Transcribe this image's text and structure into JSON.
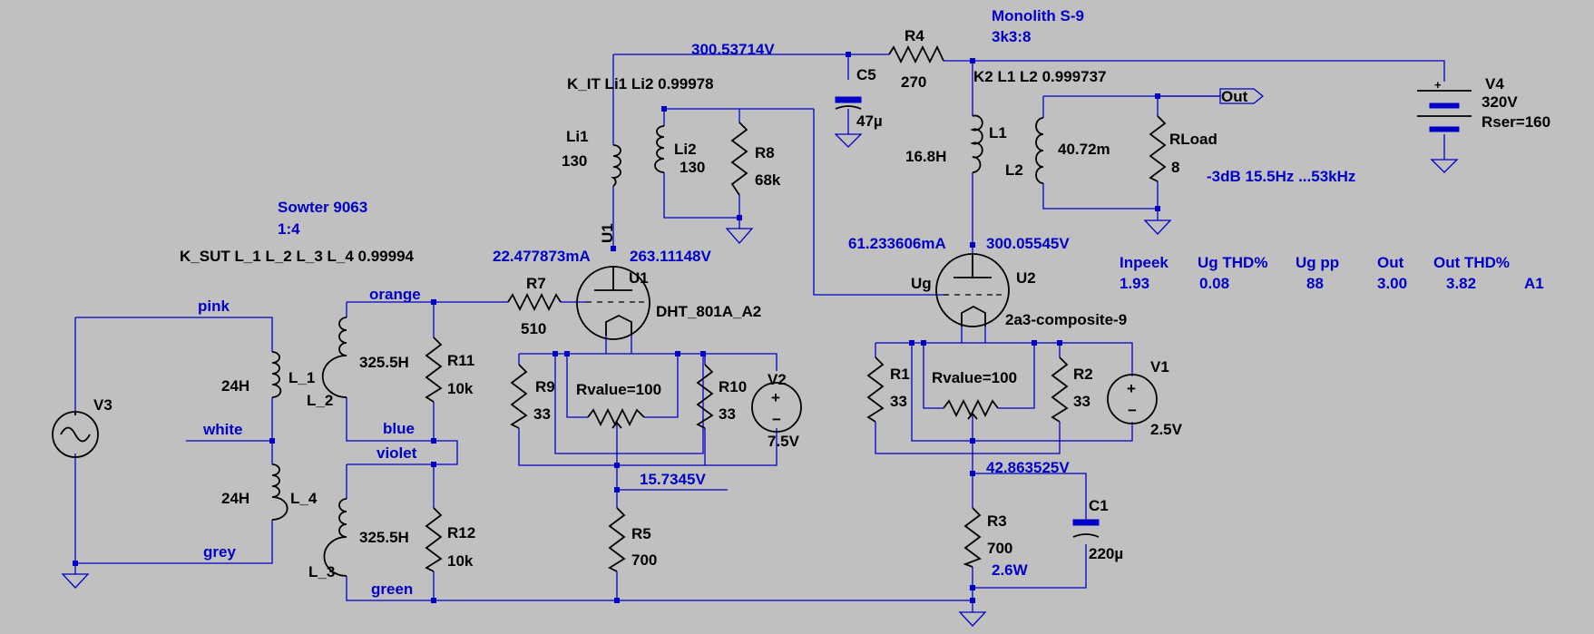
{
  "colors": {
    "background": "#c0c0c0",
    "wire": "#0000c8",
    "component": "#000000",
    "net_label": "#0000c8"
  },
  "labels": {
    "monolith_name": "Monolith S-9",
    "monolith_ratio": "3k3:8",
    "node_b_plus": "300.53714V",
    "r4_ref": "R4",
    "r4_val": "270",
    "k_it": "K_IT Li1 Li2  0.99978",
    "k2": "K2 L1 L2  0.999737",
    "c5_ref": "C5",
    "c5_val": "47µ",
    "v4_ref": "V4",
    "v4_val": "320V",
    "v4_rser": "Rser=160",
    "out_flag": "Out",
    "rload_ref": "RLoad",
    "rload_val": "8",
    "l2_ref": "L2",
    "l2_val": "40.72m",
    "bw": "-3dB  15.5Hz ...53kHz",
    "li1_ref": "Li1",
    "li1_val": "130",
    "li2_ref": "Li2",
    "li2_val": "130",
    "r8_ref": "R8",
    "r8_val": "68k",
    "l1_ref": "L1",
    "l1_val": "16.8H",
    "sowter_name": "Sowter 9063",
    "sowter_ratio": "1:4",
    "k_sut": "K_SUT L_1 L_2 L_3 L_4 0.99994",
    "u1_current": "22.477873mA",
    "u1_plate": "263.11148V",
    "u1_ref": "U1",
    "u1_ref_vertical": "U1",
    "u1_model": "DHT_801A_A2",
    "u2_current": "61.233606mA",
    "u2_plate": "300.05545V",
    "u2_ref": "U2",
    "u2_model": "2a3-composite-9",
    "ug_label": "Ug",
    "meas_headers": [
      "Inpeek",
      "Ug THD%",
      "Ug pp",
      "Out",
      "Out THD%"
    ],
    "meas_values": [
      "1.93",
      "0.08",
      "88",
      "3.00",
      "3.82",
      "A1"
    ],
    "pink": "pink",
    "white": "white",
    "grey": "grey",
    "orange": "orange",
    "blue": "blue",
    "violet": "violet",
    "green": "green",
    "v3_ref": "V3",
    "l_1_ref": "L_1",
    "l_1_val": "24H",
    "l_4_ref": "L_4",
    "l_4_val": "24H",
    "l_2_ref": "L_2",
    "l_2_val": "325.5H",
    "l_3_ref": "L_3",
    "l_3_val": "325.5H",
    "r11_ref": "R11",
    "r11_val": "10k",
    "r12_ref": "R12",
    "r12_val": "10k",
    "r7_ref": "R7",
    "r7_val": "510",
    "r9_ref": "R9",
    "r9_val": "33",
    "r10_ref": "R10",
    "r10_val": "33",
    "rvalue1": "Rvalue=100",
    "v2_ref": "V2",
    "v2_val": "7.5V",
    "node_cathode1": "15.7345V",
    "r5_ref": "R5",
    "r5_val": "700",
    "r1_ref": "R1",
    "r1_val": "33",
    "r2_ref": "R2",
    "r2_val": "33",
    "rvalue2": "Rvalue=100",
    "v1_ref": "V1",
    "v1_val": "2.5V",
    "node_cathode2": "42.863525V",
    "r3_ref": "R3",
    "r3_val": "700",
    "r3_power": "2.6W",
    "c1_ref": "C1",
    "c1_val": "220µ"
  }
}
